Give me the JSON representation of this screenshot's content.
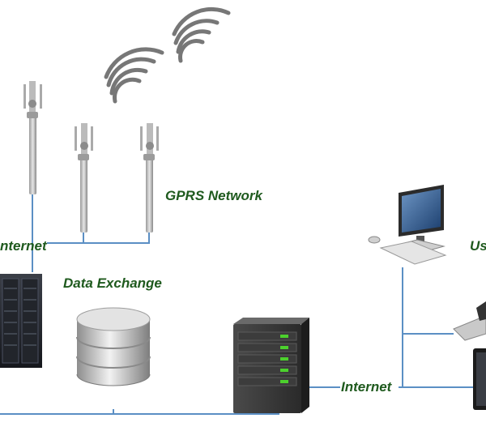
{
  "labels": {
    "gprs_network": "GPRS Network",
    "internet_left": "nternet",
    "data_exchange": "Data Exchange",
    "internet_right": "Internet",
    "users": "Us"
  },
  "colors": {
    "label_green": "#1f5a1e",
    "connector_blue": "#5b8fc4",
    "signal_gray": "#777777",
    "server_dark": "#2f2f2f",
    "led_green": "#4cd12d"
  },
  "icons": {
    "towers": [
      "cell-tower-icon",
      "cell-tower-icon",
      "cell-tower-icon"
    ],
    "signal": "wireless-signal-icon",
    "rack": "server-rack-icon",
    "database": "database-icon",
    "server": "server-tower-icon",
    "desktop": "desktop-computer-icon",
    "laptop": "laptop-icon",
    "tablet": "tablet-icon"
  }
}
